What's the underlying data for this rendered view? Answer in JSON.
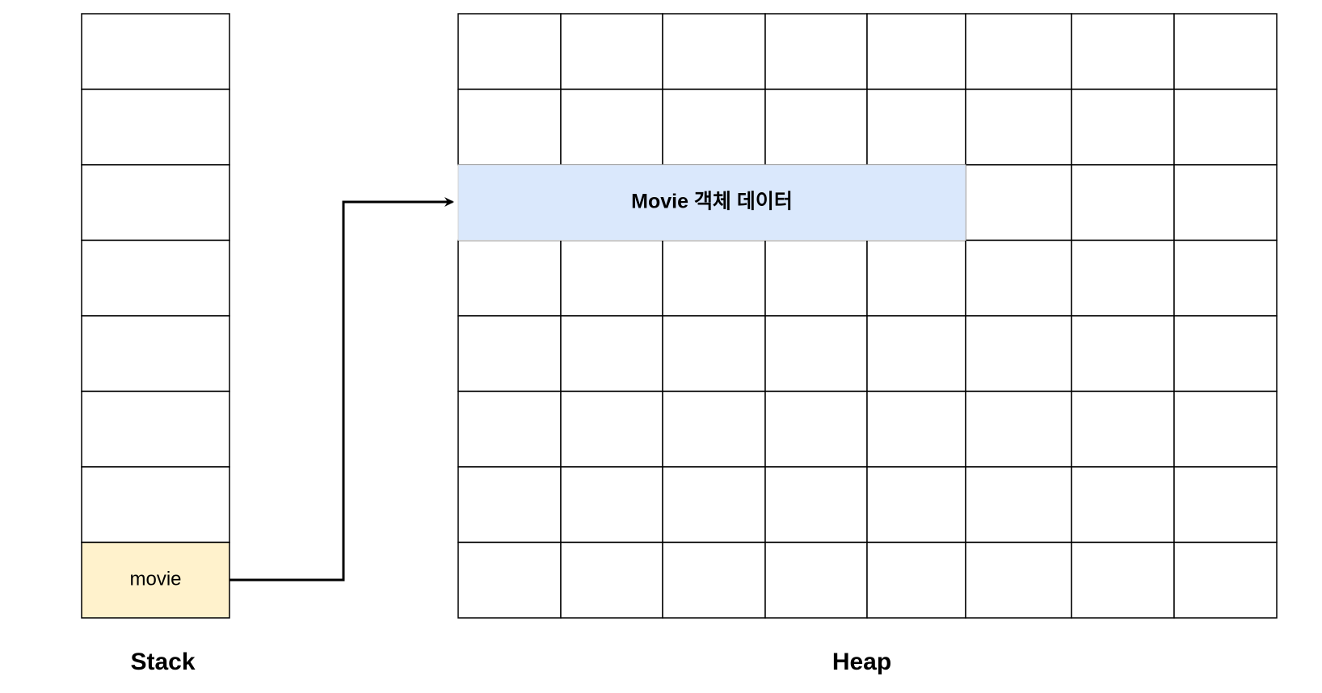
{
  "stack": {
    "title": "Stack",
    "slot_count": 8,
    "variable": {
      "label": "movie",
      "fill": "#fff2cc"
    }
  },
  "heap": {
    "title": "Heap",
    "rows": 8,
    "cols": 8,
    "object": {
      "label": "Movie 객체 데이터",
      "fill": "#dae8fc",
      "row": 3,
      "col_start": 1,
      "col_end": 5
    }
  },
  "colors": {
    "line": "#000000",
    "background": "#ffffff"
  }
}
